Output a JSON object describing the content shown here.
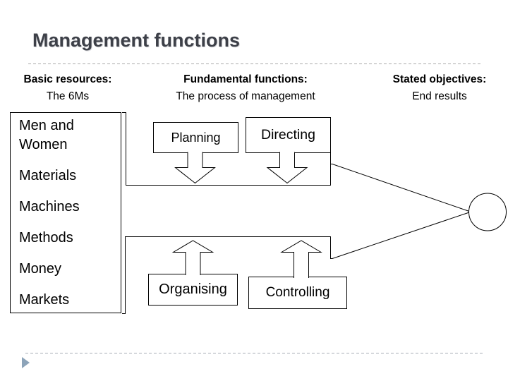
{
  "slide": {
    "title": "Management functions",
    "columns": [
      {
        "heading": "Basic resources:",
        "subheading": "The 6Ms"
      },
      {
        "heading": "Fundamental functions:",
        "subheading": "The process of management"
      },
      {
        "heading": "Stated objectives:",
        "subheading": "End results"
      }
    ],
    "resources": [
      "Men and Women",
      "Materials",
      "Machines",
      "Methods",
      "Money",
      "Markets"
    ],
    "functions": {
      "planning": "Planning",
      "directing": "Directing",
      "organising": "Organising",
      "controlling": "Controlling"
    },
    "colors": {
      "title_text": "#3d4048",
      "diagram_stroke": "#000000",
      "divider_dash": "#a9a9a9",
      "bullet_triangle": "#8da4b9",
      "background": "#ffffff"
    }
  }
}
